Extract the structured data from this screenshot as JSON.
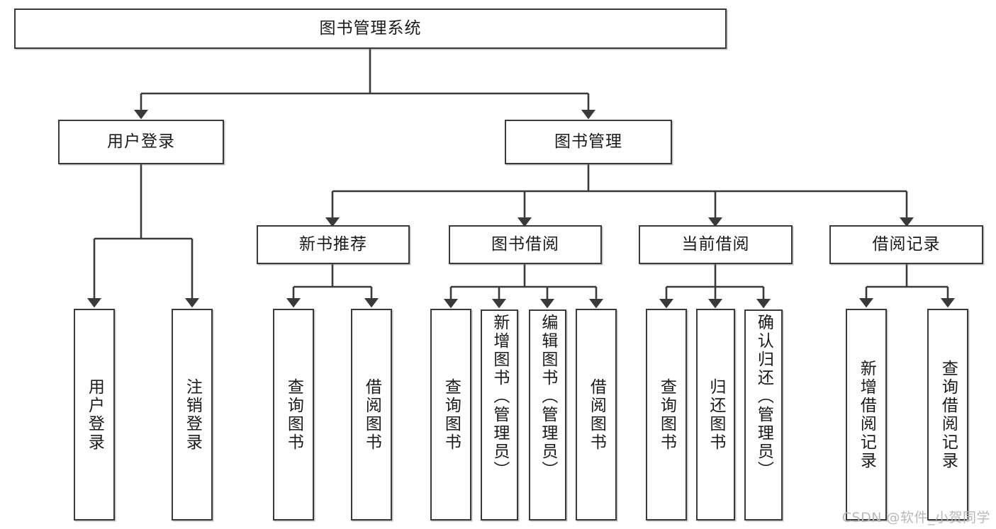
{
  "diagram": {
    "title": "图书管理系统",
    "watermark": "CSDN @软件_小贺同学",
    "line_color": "#3a3a3a",
    "box_fill": "#ffffff",
    "text_color": "#1a1a1a",
    "root": {
      "label": "图书管理系统"
    },
    "level2": [
      {
        "label": "用户登录"
      },
      {
        "label": "图书管理"
      }
    ],
    "level3": [
      {
        "label": "新书推荐"
      },
      {
        "label": "图书借阅"
      },
      {
        "label": "当前借阅"
      },
      {
        "label": "借阅记录"
      }
    ],
    "leaves": {
      "user_login": [
        {
          "label": "用户登录"
        },
        {
          "label": "注销登录"
        }
      ],
      "new_book_recommend": [
        {
          "label": "查询图书"
        },
        {
          "label": "借阅图书"
        }
      ],
      "book_borrow": [
        {
          "label": "查询图书"
        },
        {
          "label": "新增图书（管理员）"
        },
        {
          "label": "编辑图书（管理员）"
        },
        {
          "label": "借阅图书"
        }
      ],
      "current_borrow": [
        {
          "label": "查询图书"
        },
        {
          "label": "归还图书"
        },
        {
          "label": "确认归还（管理员）"
        }
      ],
      "borrow_record": [
        {
          "label": "新增借阅记录"
        },
        {
          "label": "查询借阅记录"
        }
      ]
    }
  }
}
